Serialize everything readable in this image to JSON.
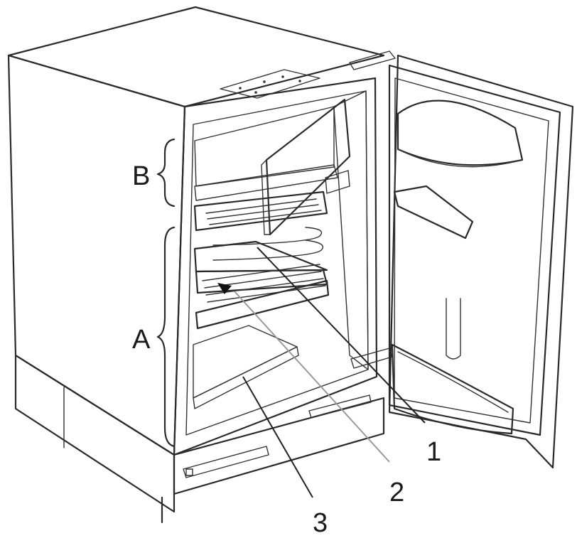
{
  "labels": {
    "zone_b": "B",
    "zone_a": "A",
    "callout_1": "1",
    "callout_2": "2",
    "callout_3": "3"
  },
  "colors": {
    "line": "#2a2a2a",
    "compartment_dark": "#7a7a7a",
    "door_gasket": "#a8a8a8",
    "background": "#ffffff"
  }
}
